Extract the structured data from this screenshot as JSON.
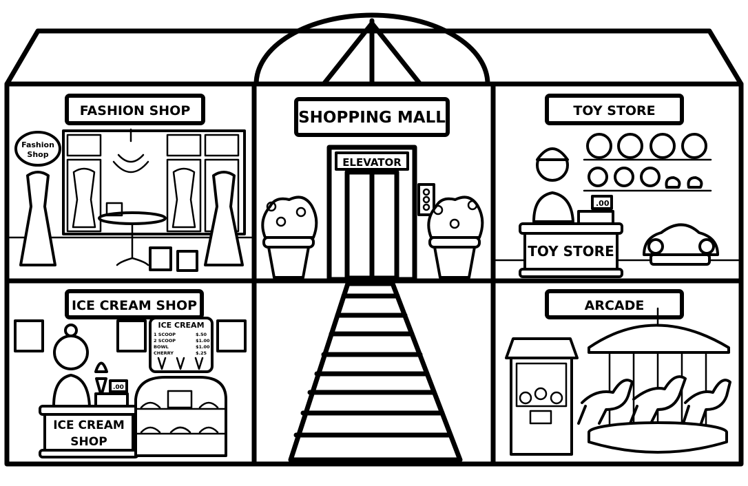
{
  "signs": {
    "fashion": "FASHION SHOP",
    "mall": "SHOPPING MALL",
    "toy": "TOY STORE",
    "icecream": "ICE CREAM SHOP",
    "arcade": "ARCADE",
    "elevator": "ELEVATOR"
  },
  "fashion_badge": {
    "line1": "Fashion",
    "line2": "Shop"
  },
  "toy_counter": "TOY STORE",
  "register_display": ".00",
  "icecream_counter": {
    "line1": "ICE CREAM",
    "line2": "SHOP"
  },
  "menu": {
    "title": "ICE CREAM",
    "items": [
      {
        "name": "1 SCOOP",
        "price": "$.50"
      },
      {
        "name": "2 SCOOP",
        "price": "$1.00"
      },
      {
        "name": "BOWL",
        "price": "$1.00"
      },
      {
        "name": "CHERRY",
        "price": "$.25"
      }
    ]
  }
}
